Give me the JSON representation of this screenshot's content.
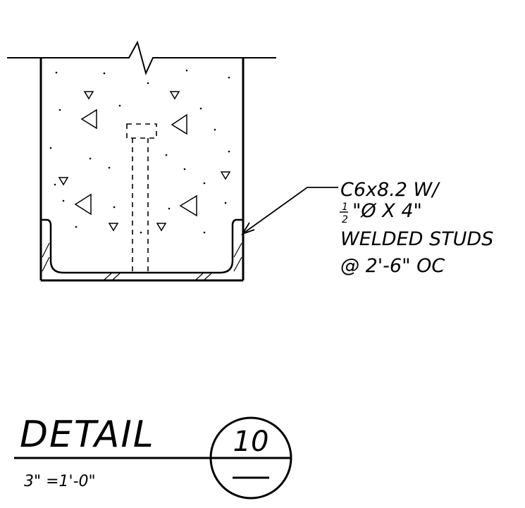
{
  "drawing": {
    "callout": {
      "line1": "C6x8.2 W/",
      "line2_fraction_num": "1",
      "line2_fraction_den": "2",
      "line2_rest": "\"Ø  X 4\"",
      "line3": "WELDED STUDS",
      "line4": "@ 2'-6\" OC"
    },
    "title": {
      "label": "DETAIL",
      "scale": "3\" =1'-0\"",
      "detail_number": "10"
    }
  }
}
